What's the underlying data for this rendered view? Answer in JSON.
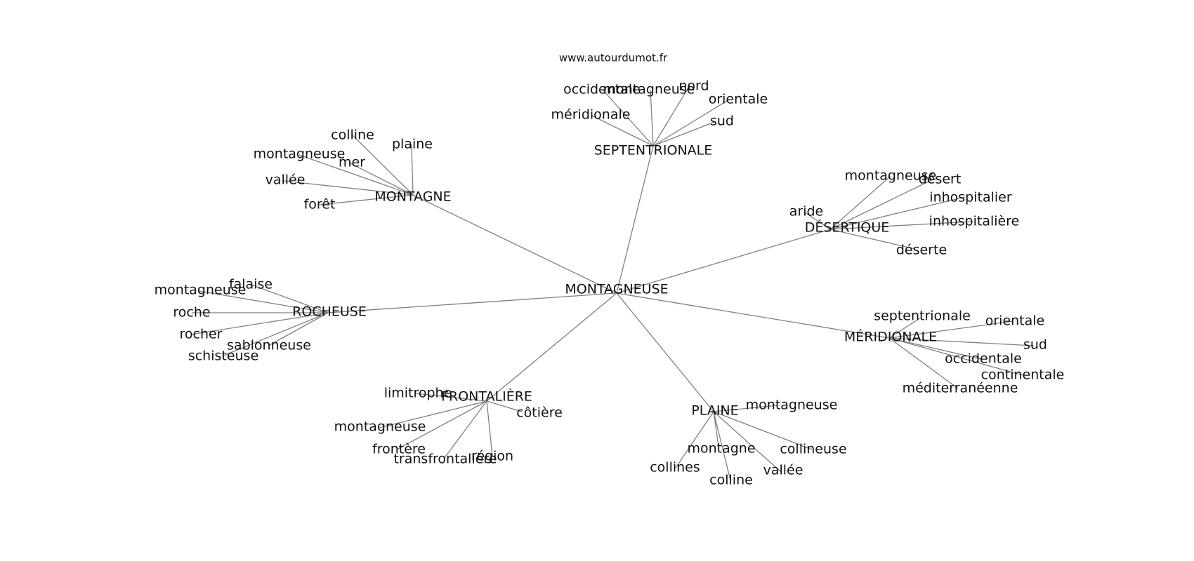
{
  "source": "www.autourdumot.fr",
  "graph": {
    "center": "MONTAGNEUSE",
    "clusters": [
      {
        "hub": "SEPTENTRIONALE",
        "leaves": [
          "occidentale",
          "montagneuse",
          "nord",
          "orientale",
          "méridionale",
          "sud"
        ]
      },
      {
        "hub": "MONTAGNE",
        "leaves": [
          "colline",
          "plaine",
          "montagneuse",
          "mer",
          "vallée",
          "forêt"
        ]
      },
      {
        "hub": "DÉSERTIQUE",
        "leaves": [
          "montagneuse",
          "désert",
          "inhospitalier",
          "aride",
          "inhospitalière",
          "déserte"
        ]
      },
      {
        "hub": "ROCHEUSE",
        "leaves": [
          "falaise",
          "montagneuse",
          "roche",
          "rocher",
          "sablonneuse",
          "schisteuse"
        ]
      },
      {
        "hub": "MÉRIDIONALE",
        "leaves": [
          "septentrionale",
          "orientale",
          "sud",
          "occidentale",
          "continentale",
          "méditerranéenne"
        ]
      },
      {
        "hub": "FRONTALIÈRE",
        "leaves": [
          "limitrophe",
          "côtière",
          "montagneuse",
          "frontère",
          "transfrontalière",
          "région"
        ]
      },
      {
        "hub": "PLAINE",
        "leaves": [
          "montagneuse",
          "collineuse",
          "montagne",
          "collines",
          "colline",
          "vallée"
        ]
      }
    ]
  }
}
